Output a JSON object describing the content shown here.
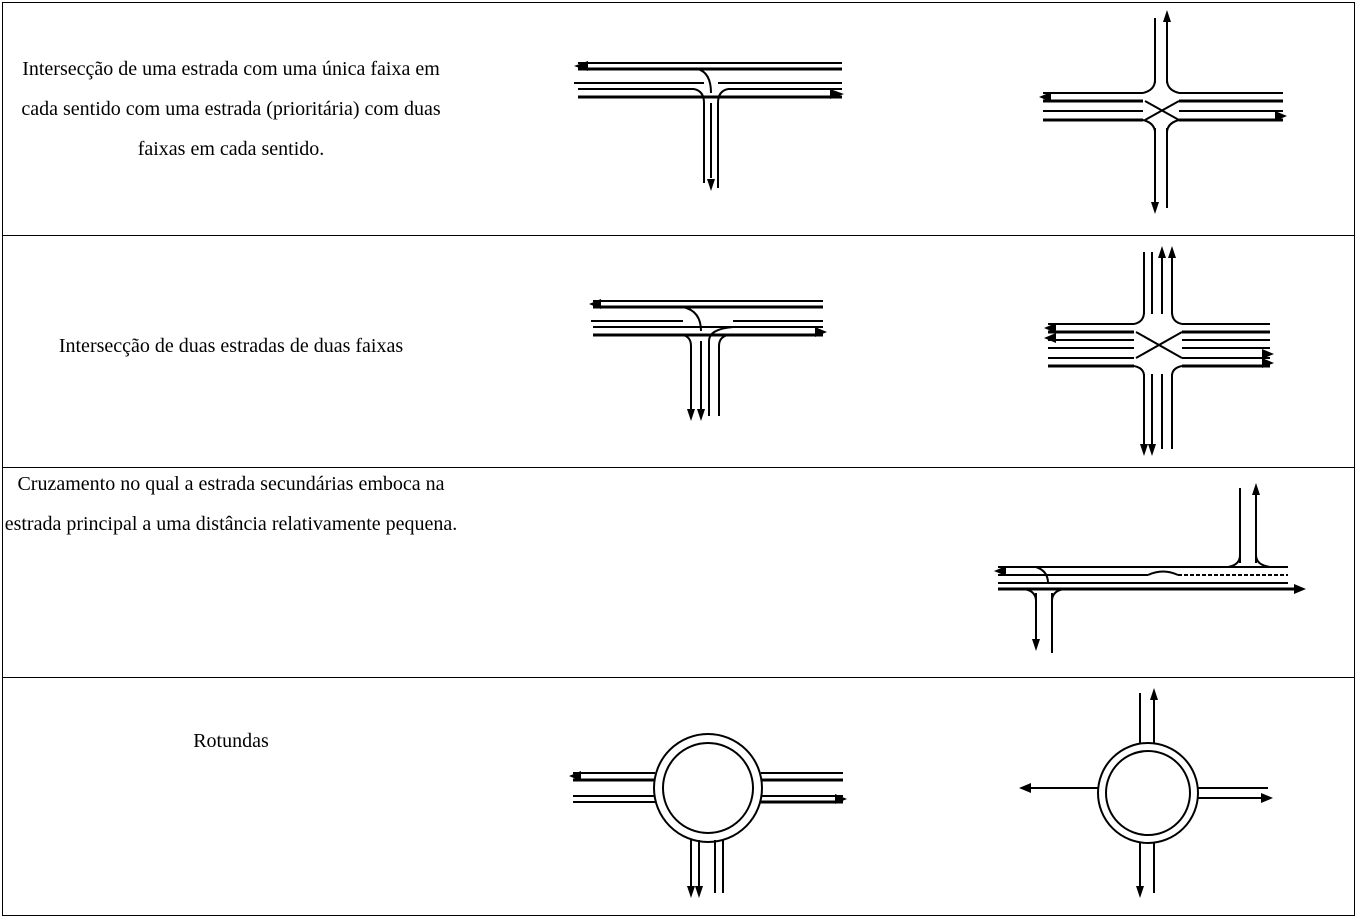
{
  "rows": [
    {
      "description": "Intersecção de  uma estrada com uma única faixa em cada sentido com uma estrada (prioritária) com duas faixas em cada sentido."
    },
    {
      "description": "Intersecção  de duas estradas de duas faixas"
    },
    {
      "description": "Cruzamento no qual a estrada secundárias emboca na estrada principal a uma distância relativamente pequena."
    },
    {
      "description": "Rotundas"
    }
  ],
  "diagrams": [
    {
      "row": 1,
      "name": "t-junction-diagram",
      "layout": "T-junction"
    },
    {
      "row": 1,
      "name": "crossroads-diagram",
      "layout": "crossroads"
    },
    {
      "row": 2,
      "name": "t-junction-dual-diagram",
      "layout": "T-junction"
    },
    {
      "row": 2,
      "name": "crossroads-dual-diagram",
      "layout": "crossroads"
    },
    {
      "row": 3,
      "name": "staggered-junction-diagram",
      "layout": "staggered junction"
    },
    {
      "row": 4,
      "name": "roundabout-three-arm-diagram",
      "layout": "roundabout"
    },
    {
      "row": 4,
      "name": "roundabout-four-arm-diagram",
      "layout": "roundabout"
    }
  ]
}
